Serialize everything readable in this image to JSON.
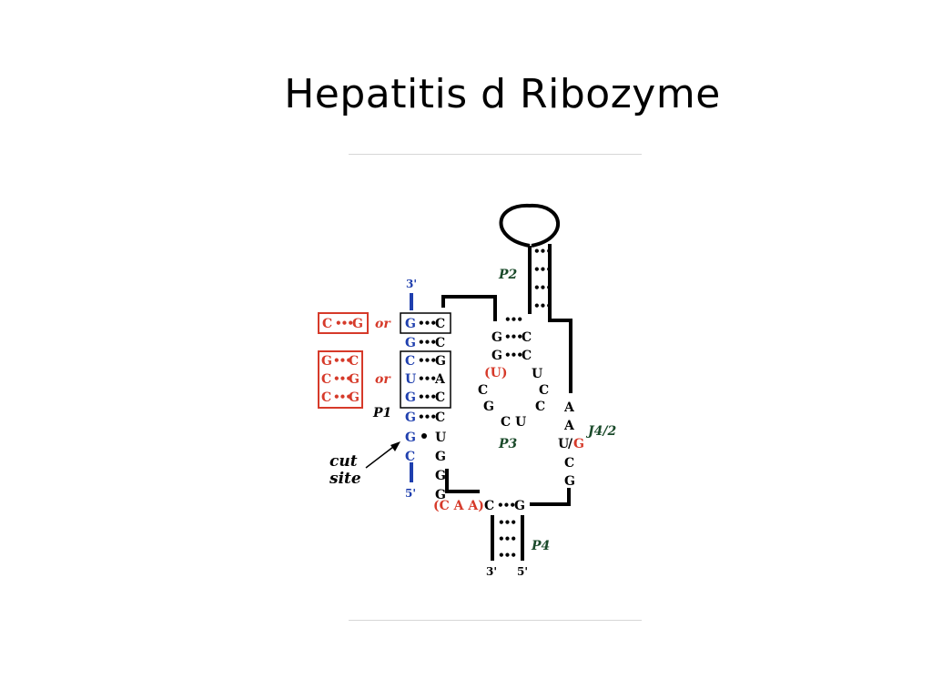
{
  "slide": {
    "title": "Hepatitis d Ribozyme"
  },
  "colors": {
    "strand": "#000000",
    "substrate": "#1f3fae",
    "variant": "#d63a2a",
    "rule": "#d6d6d6"
  },
  "diagram": {
    "helix_labels": {
      "p1": "P1",
      "p2": "P2",
      "p3": "P3",
      "p4": "P4",
      "j42": "J4/2"
    },
    "ends": {
      "substrate_3": "3'",
      "substrate_5": "5'",
      "p4_3": "3'",
      "p4_5": "5'"
    },
    "cut_site": {
      "line1": "cut",
      "line2": "site"
    },
    "alt_word": "or",
    "bond_dots": "•••",
    "alt_box1": {
      "left": "C",
      "right": "G"
    },
    "alt_box2": [
      {
        "left": "G",
        "right": "C"
      },
      {
        "left": "C",
        "right": "G"
      },
      {
        "left": "C",
        "right": "G"
      }
    ],
    "p1_pairs": [
      {
        "left": "G",
        "right": "C"
      },
      {
        "left": "G",
        "right": "C"
      },
      {
        "left": "C",
        "right": "G"
      },
      {
        "left": "U",
        "right": "A"
      },
      {
        "left": "G",
        "right": "C"
      },
      {
        "left": "G",
        "right": "C"
      }
    ],
    "p1_unpaired": {
      "left": [
        "G",
        "C"
      ],
      "right": [
        "U",
        "G",
        "G",
        "G"
      ]
    },
    "p3_pairs": [
      {
        "left": "G",
        "right": "C"
      },
      {
        "left": "G",
        "right": "C"
      }
    ],
    "p3_loop": {
      "variant": "(U)",
      "right_top": "U",
      "left": [
        "C",
        "G"
      ],
      "right": [
        "C",
        "C"
      ],
      "bottom": [
        "C",
        "U"
      ]
    },
    "j42": [
      "A",
      "A",
      "U",
      "/",
      "G",
      "C",
      "G"
    ],
    "p4_pair": {
      "left": "C",
      "right": "G",
      "prefix": "(C A A)"
    }
  }
}
